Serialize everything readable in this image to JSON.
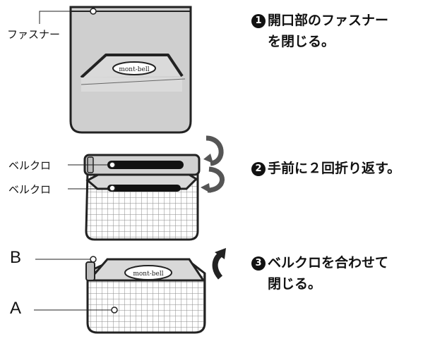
{
  "labels": {
    "zipper": "ファスナー",
    "velcro_top": "ベルクロ",
    "velcro_bottom": "ベルクロ",
    "point_b": "B",
    "point_a": "A",
    "logo_top": "mont-bell",
    "logo_bottom": "mont-bell"
  },
  "steps": [
    {
      "number": "1",
      "lines": [
        "開口部のファスナー",
        "を閉じる。"
      ]
    },
    {
      "number": "2",
      "lines": [
        "手前に２回折り返す。"
      ]
    },
    {
      "number": "3",
      "lines": [
        "ベルクロを合わせて",
        "閉じる。"
      ]
    }
  ],
  "colors": {
    "pouch_fill": "#cfcfcf",
    "pouch_light": "#dedede",
    "outline": "#222222",
    "mesh": "#9a9a9a",
    "velcro": "#111111"
  }
}
